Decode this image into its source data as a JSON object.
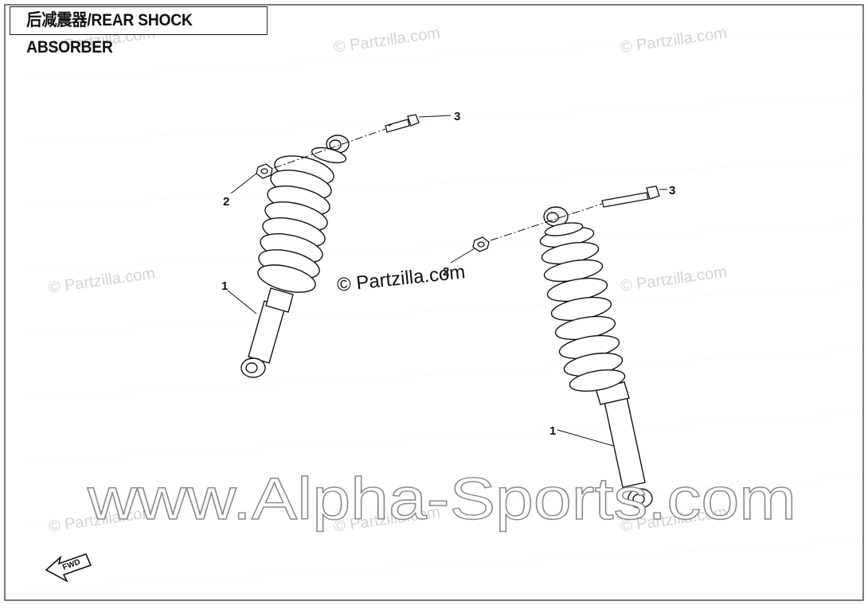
{
  "diagram": {
    "title": "后减震器/REAR SHOCK ABSORBER",
    "callouts": {
      "left_shock": "1",
      "left_nut": "2",
      "left_bolt": "3",
      "right_shock": "1",
      "right_nut": "2",
      "right_bolt": "3"
    },
    "fwd_label": "FWD",
    "watermarks": {
      "small": "© Partzilla.com",
      "center": "© Partzilla.com",
      "banner": "www.Alpha-Sports.com"
    },
    "colors": {
      "line": "#111111",
      "watermark": "#cfcfcf",
      "banner_outline": "#9a9a9a"
    }
  }
}
